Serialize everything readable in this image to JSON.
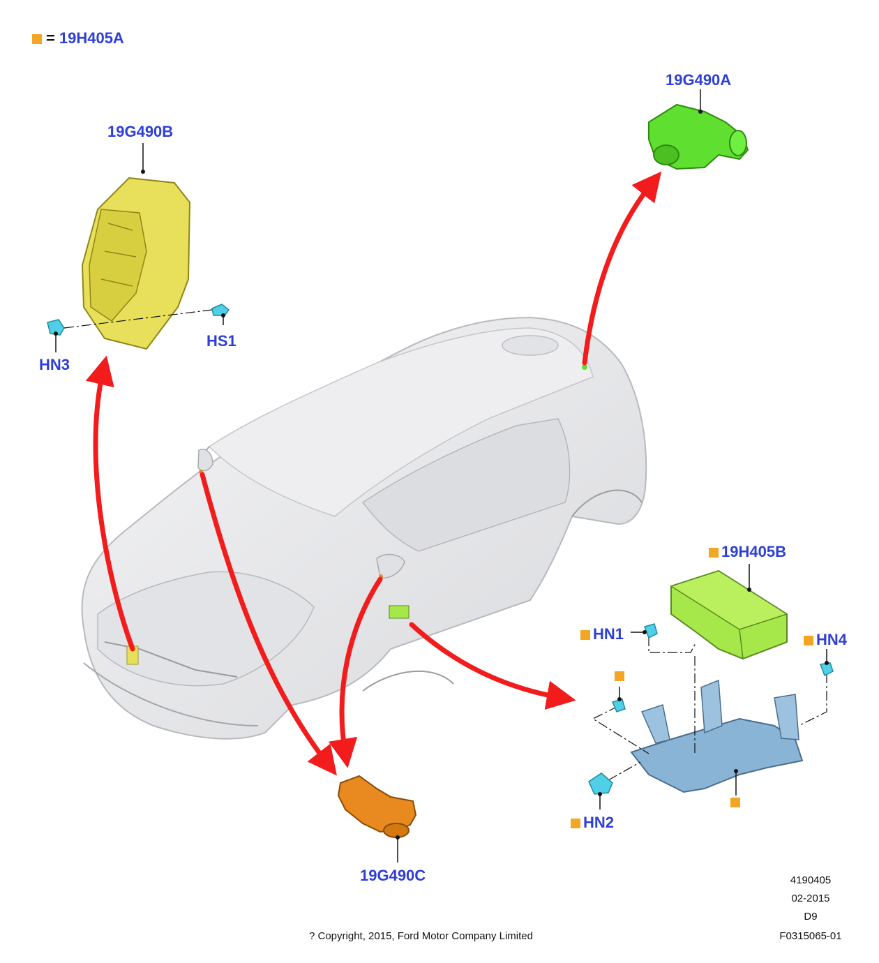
{
  "legend": {
    "equals": "=",
    "code": "19H405A",
    "marker_color": "#f2a623"
  },
  "callouts": {
    "c_19G490A": "19G490A",
    "c_19G490B": "19G490B",
    "c_19G490C": "19G490C",
    "c_19H405B": "19H405B",
    "c_HS1": "HS1",
    "c_HN1": "HN1",
    "c_HN2": "HN2",
    "c_HN3": "HN3",
    "c_HN4": "HN4"
  },
  "footer": {
    "id": "4190405",
    "date": "02-2015",
    "code": "D9",
    "figure": "F0315065-01",
    "copyright": "? Copyright, 2015, Ford Motor Company Limited"
  },
  "colors": {
    "label": "#2e3fd6",
    "arrow": "#f21c1c",
    "module_b": "#e8e05a",
    "module_a": "#5fe030",
    "module_c": "#e88a20",
    "module_h405b": "#a6e84a",
    "bracket": "#8ab4d6",
    "fastener": "#4fd0e6",
    "vehicle": "#e8e8ea"
  }
}
